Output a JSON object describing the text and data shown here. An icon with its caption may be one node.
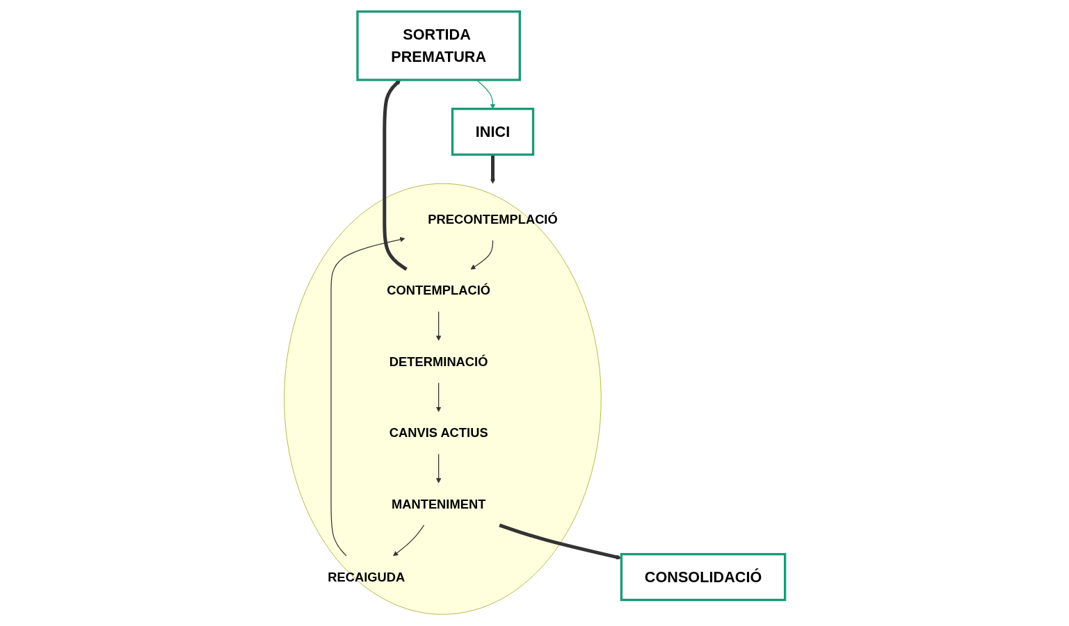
{
  "diagram": {
    "nodes": [
      {
        "text": [
          "SORTIDA PREMATURA"
        ]
      },
      {
        "text": [
          "INICI"
        ]
      },
      {
        "text": [],
        "shape": "ellipse"
      },
      {
        "text": [
          "PRECONTEMPLACIÓ"
        ],
        "in": 2
      },
      {
        "text": [
          "CONTEMPLACIÓ"
        ],
        "in": 2
      },
      {
        "text": [
          "DETERMINACIÓ"
        ],
        "in": 2
      },
      {
        "text": [
          "CANVIS ACTIUS"
        ],
        "in": 2
      },
      {
        "text": [
          "MANTENIMENT"
        ],
        "in": 2
      },
      {
        "text": [
          "RECAIGUDA"
        ],
        "in": 2
      },
      {
        "text": [
          "CONSOLIDACIÓ"
        ]
      }
    ],
    "edges": [
      {
        "from": 0,
        "to": 1,
        "arrow": "to",
        "color": "#1a9a78"
      },
      {
        "from": 1,
        "to": 2,
        "arrow": "to",
        "style": "thick"
      },
      {
        "from": 3,
        "to": 4,
        "arrow": "to"
      },
      {
        "from": 4,
        "to": 5,
        "arrow": "to"
      },
      {
        "from": 5,
        "to": 6,
        "arrow": "to"
      },
      {
        "from": 6,
        "to": 7,
        "arrow": "to"
      },
      {
        "from": 7,
        "to": 8,
        "arrow": "to"
      },
      {
        "from": 8,
        "to": 3,
        "arrow": "to"
      },
      {
        "from": 4,
        "to": 0,
        "arrow": "to",
        "style": "thick"
      },
      {
        "from": 7,
        "to": 9,
        "arrow": "to",
        "style": "thick"
      }
    ]
  }
}
